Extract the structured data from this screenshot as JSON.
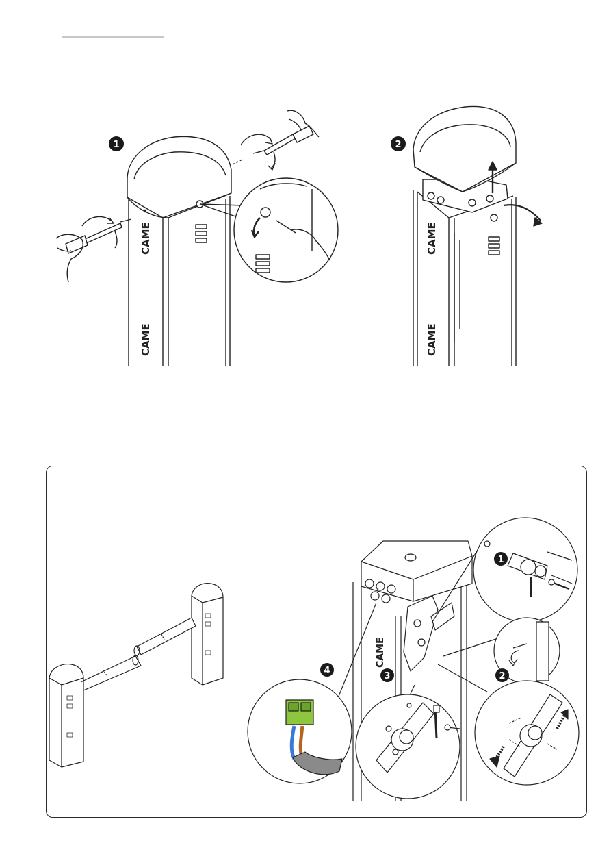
{
  "header": {
    "rule_color": "#c8c8c8"
  },
  "top_figure": {
    "steps": [
      {
        "number": "1"
      },
      {
        "number": "2"
      }
    ],
    "brand_label": "CAME"
  },
  "bottom_panel": {
    "steps": [
      {
        "number": "1"
      },
      {
        "number": "2"
      },
      {
        "number": "3"
      },
      {
        "number": "4"
      }
    ],
    "brand_label": "CAME"
  },
  "colors": {
    "line": "#222222",
    "badge": "#1a1a1a",
    "terminal_green": "#8dc63f",
    "wire_blue": "#3a7bd5",
    "wire_brown": "#b5651d",
    "cable_grey": "#8a8a8a"
  }
}
